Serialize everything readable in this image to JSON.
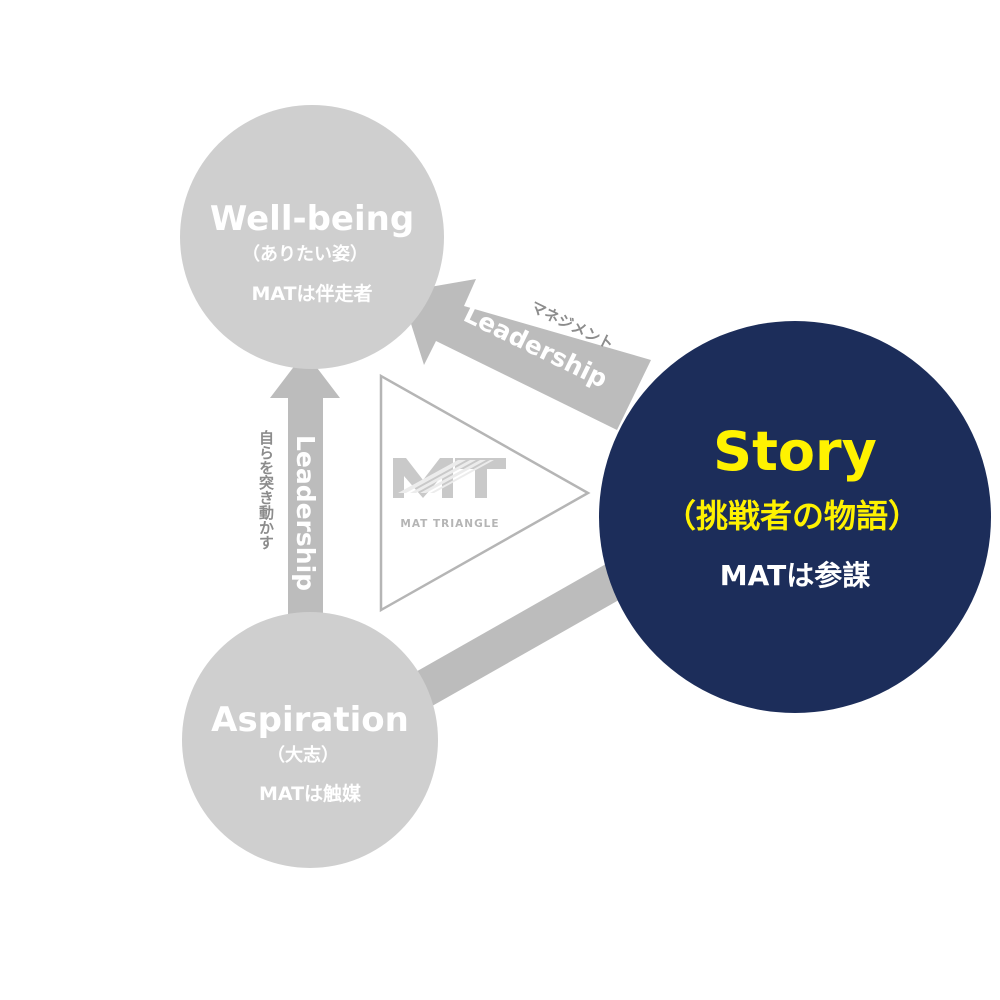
{
  "nodes": {
    "wellbeing": {
      "title": "Well-being",
      "subtitle": "（ありたい姿）",
      "role": "MATは伴走者"
    },
    "aspiration": {
      "title": "Aspiration",
      "subtitle": "（大志）",
      "role": "MATは触媒"
    },
    "story": {
      "title": "Story",
      "subtitle": "（挑戦者の物語）",
      "role": "MATは参謀"
    }
  },
  "arrows": {
    "vertical": {
      "label": "Leadership",
      "note": "自らを突き動かす"
    },
    "diagonal": {
      "label": "Leadership",
      "note": "マネジメント"
    }
  },
  "logo": {
    "caption": "MAT TRIANGLE"
  },
  "colors": {
    "gray_circle": "#cfcfcf",
    "gray_arrow": "#bcbcbc",
    "gray_text": "#8c8c8c",
    "navy": "#1c2d5a",
    "story_highlight": "#fff200",
    "white": "#ffffff"
  }
}
